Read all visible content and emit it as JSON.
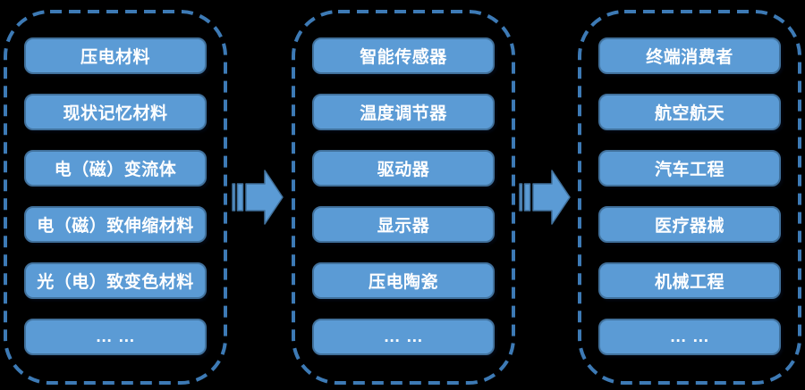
{
  "theme": {
    "canvas_bg": "#000000",
    "box_fill": "#5B9BD5",
    "box_border": "#41719C",
    "box_text": "#FFFFFF",
    "dash_border": "#3D7AB5"
  },
  "columns": [
    {
      "id": "smart-materials",
      "items": [
        "压电材料",
        "现状记忆材料",
        "电（磁）变流体",
        "电（磁）致伸缩材料",
        "光（电）致变色材料",
        "… …"
      ]
    },
    {
      "id": "devices",
      "items": [
        "智能传感器",
        "温度调节器",
        "驱动器",
        "显示器",
        "压电陶瓷",
        "… …"
      ]
    },
    {
      "id": "applications",
      "items": [
        "终端消费者",
        "航空航天",
        "汽车工程",
        "医疗器械",
        "机械工程",
        "… …"
      ]
    }
  ],
  "arrows": [
    {
      "name": "materials-to-devices"
    },
    {
      "name": "devices-to-applications"
    }
  ]
}
